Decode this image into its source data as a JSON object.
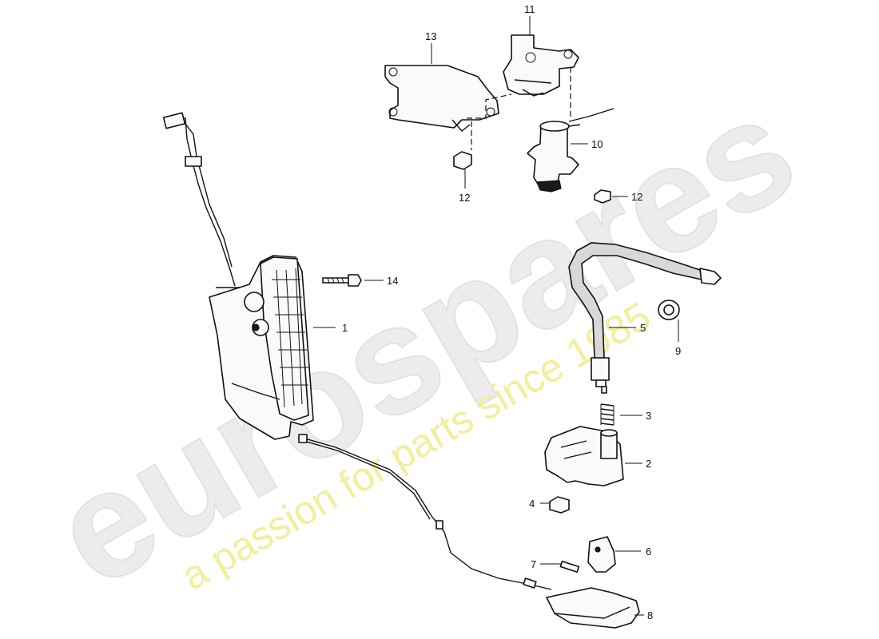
{
  "watermark": {
    "brand": "eurospares",
    "tagline": "a passion for parts since 1985"
  },
  "callouts": {
    "c1": "1",
    "c2": "2",
    "c3": "3",
    "c4": "4",
    "c5": "5",
    "c6": "6",
    "c7": "7",
    "c8": "8",
    "c9": "9",
    "c10": "10",
    "c11": "11",
    "c12a": "12",
    "c12b": "12",
    "c13": "13",
    "c14": "14"
  }
}
